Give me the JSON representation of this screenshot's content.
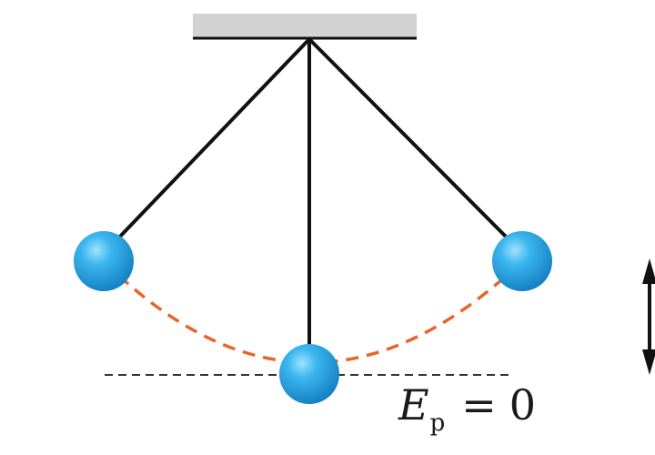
{
  "energy_label": {
    "symbol": "E",
    "subscript": "p",
    "operator": "=",
    "value": "0"
  },
  "colors": {
    "ceiling": "#d3d3d3",
    "string": "#111111",
    "ball": "#29a8e6",
    "ball_highlight": "#8fdcff",
    "ball_shadow": "#1584c4",
    "path": "#e8642c",
    "reference_line": "#333333"
  },
  "icons": {
    "height_indicator": "double-headed-arrow-icon"
  }
}
